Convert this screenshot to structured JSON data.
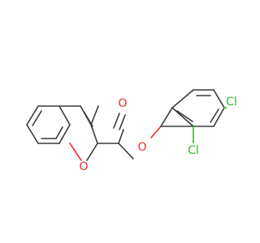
{
  "molecule": {
    "atoms": {
      "O_ring": {
        "label": "O",
        "color": "#e8302a"
      },
      "O_carbonyl": {
        "label": "O",
        "color": "#e8302a"
      },
      "O_ester": {
        "label": "O",
        "color": "#e8302a"
      },
      "Cl_top": {
        "label": "Cl",
        "color": "#2fb52f"
      },
      "Cl_bottom": {
        "label": "Cl",
        "color": "#2fb52f"
      }
    },
    "bond_color": "#3a3a3a"
  }
}
